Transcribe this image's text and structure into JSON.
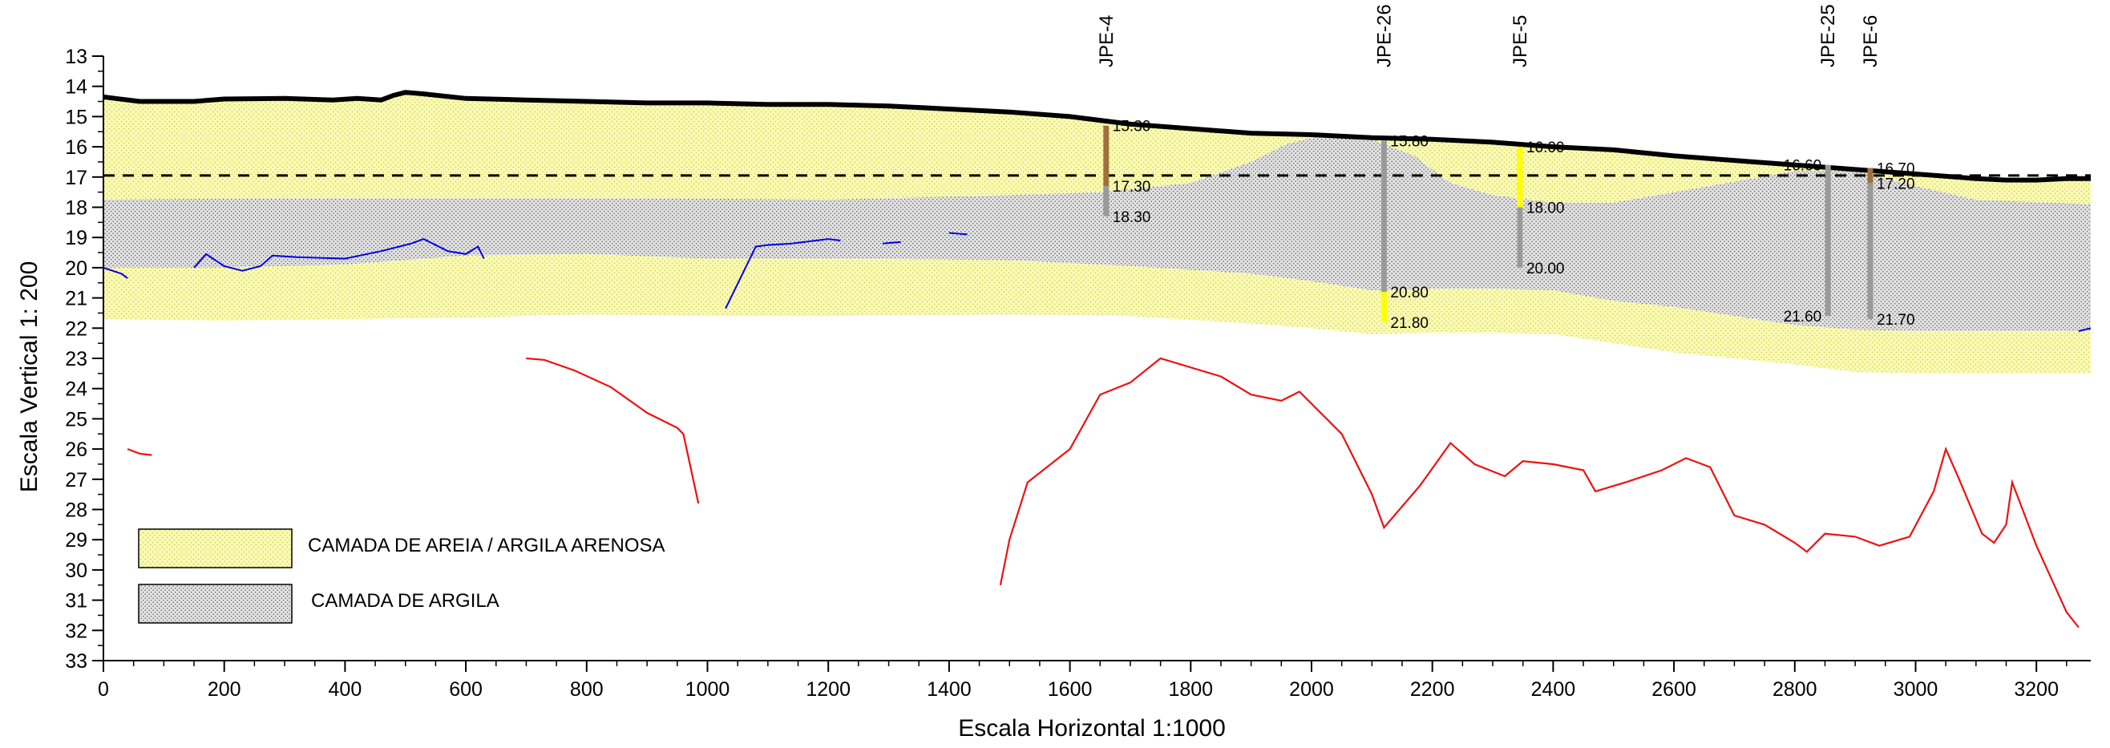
{
  "chart_data": {
    "type": "line",
    "title": "",
    "xlabel": "Escala Horizontal 1:1000",
    "ylabel": "Escala Vertical 1: 200",
    "xlim": [
      0,
      3290
    ],
    "ylim": [
      33,
      13
    ],
    "y_inverted": true,
    "grid": false,
    "x_ticks": [
      "0",
      "200",
      "400",
      "600",
      "800",
      "1000",
      "1200",
      "1400",
      "1600",
      "1800",
      "2000",
      "2200",
      "2400",
      "2600",
      "2800",
      "3000",
      "3200"
    ],
    "y_ticks": [
      "13",
      "14",
      "15",
      "16",
      "17",
      "18",
      "19",
      "20",
      "21",
      "22",
      "23",
      "24",
      "25",
      "26",
      "27",
      "28",
      "29",
      "30",
      "31",
      "32",
      "33"
    ],
    "colors": {
      "sand": "#fbfbb4",
      "clay": "#d6d6d6",
      "ground_line": "#000000",
      "water_line": "#000000",
      "blue_line": "#0000e6",
      "red_line": "#ee1111",
      "borehole_gray": "#9a9a9a",
      "borehole_yellow": "#ffff00",
      "borehole_brown": "#a0703c"
    },
    "legend": {
      "placement": "bottom-left",
      "items": [
        {
          "label": "CAMADA DE AREIA / ARGILA ARENOSA",
          "pattern": "sand"
        },
        {
          "label": "CAMADA DE ARGILA",
          "pattern": "clay"
        }
      ]
    },
    "ground_surface": [
      [
        0,
        14.35
      ],
      [
        20,
        14.4
      ],
      [
        60,
        14.5
      ],
      [
        150,
        14.5
      ],
      [
        200,
        14.42
      ],
      [
        300,
        14.4
      ],
      [
        380,
        14.45
      ],
      [
        420,
        14.4
      ],
      [
        460,
        14.45
      ],
      [
        480,
        14.3
      ],
      [
        500,
        14.2
      ],
      [
        530,
        14.25
      ],
      [
        600,
        14.4
      ],
      [
        700,
        14.45
      ],
      [
        800,
        14.5
      ],
      [
        900,
        14.55
      ],
      [
        1000,
        14.55
      ],
      [
        1100,
        14.6
      ],
      [
        1200,
        14.6
      ],
      [
        1300,
        14.65
      ],
      [
        1400,
        14.75
      ],
      [
        1500,
        14.85
      ],
      [
        1600,
        15.0
      ],
      [
        1700,
        15.25
      ],
      [
        1800,
        15.4
      ],
      [
        1900,
        15.55
      ],
      [
        2000,
        15.6
      ],
      [
        2100,
        15.7
      ],
      [
        2200,
        15.75
      ],
      [
        2300,
        15.85
      ],
      [
        2400,
        16.0
      ],
      [
        2500,
        16.1
      ],
      [
        2600,
        16.3
      ],
      [
        2700,
        16.45
      ],
      [
        2800,
        16.6
      ],
      [
        2900,
        16.75
      ],
      [
        3000,
        16.9
      ],
      [
        3100,
        17.05
      ],
      [
        3150,
        17.1
      ],
      [
        3200,
        17.1
      ],
      [
        3250,
        17.05
      ],
      [
        3290,
        17.05
      ]
    ],
    "water_level": 16.95,
    "clay_top": [
      [
        0,
        17.75
      ],
      [
        300,
        17.7
      ],
      [
        600,
        17.7
      ],
      [
        900,
        17.7
      ],
      [
        1200,
        17.75
      ],
      [
        1500,
        17.6
      ],
      [
        1650,
        17.5
      ],
      [
        1800,
        17.2
      ],
      [
        1900,
        16.5
      ],
      [
        1960,
        15.9
      ],
      [
        2020,
        15.6
      ],
      [
        2100,
        15.75
      ],
      [
        2170,
        16.3
      ],
      [
        2230,
        17.2
      ],
      [
        2300,
        17.6
      ],
      [
        2400,
        17.85
      ],
      [
        2500,
        17.85
      ],
      [
        2600,
        17.5
      ],
      [
        2700,
        17.15
      ],
      [
        2800,
        16.8
      ],
      [
        2900,
        16.8
      ],
      [
        3000,
        17.3
      ],
      [
        3100,
        17.75
      ],
      [
        3290,
        17.9
      ]
    ],
    "clay_bottom": [
      [
        0,
        20.0
      ],
      [
        200,
        20.0
      ],
      [
        400,
        19.9
      ],
      [
        600,
        19.6
      ],
      [
        800,
        19.55
      ],
      [
        1000,
        19.7
      ],
      [
        1200,
        19.7
      ],
      [
        1500,
        19.75
      ],
      [
        1700,
        19.95
      ],
      [
        1900,
        20.2
      ],
      [
        2000,
        20.45
      ],
      [
        2100,
        20.75
      ],
      [
        2200,
        20.7
      ],
      [
        2300,
        20.7
      ],
      [
        2400,
        20.75
      ],
      [
        2500,
        21.1
      ],
      [
        2600,
        21.3
      ],
      [
        2700,
        21.6
      ],
      [
        2800,
        21.9
      ],
      [
        2900,
        22.05
      ],
      [
        3000,
        22.1
      ],
      [
        3290,
        22.1
      ]
    ],
    "sand_bottom": [
      [
        0,
        21.7
      ],
      [
        200,
        21.75
      ],
      [
        400,
        21.7
      ],
      [
        600,
        21.65
      ],
      [
        800,
        21.55
      ],
      [
        1000,
        21.6
      ],
      [
        1200,
        21.6
      ],
      [
        1500,
        21.55
      ],
      [
        1700,
        21.6
      ],
      [
        1900,
        21.85
      ],
      [
        2000,
        22.0
      ],
      [
        2100,
        22.2
      ],
      [
        2200,
        22.15
      ],
      [
        2300,
        22.15
      ],
      [
        2400,
        22.2
      ],
      [
        2500,
        22.5
      ],
      [
        2600,
        22.8
      ],
      [
        2700,
        23.0
      ],
      [
        2800,
        23.2
      ],
      [
        2900,
        23.45
      ],
      [
        3000,
        23.5
      ],
      [
        3290,
        23.5
      ]
    ],
    "blue_lines": [
      [
        [
          0,
          20.0
        ],
        [
          30,
          20.2
        ],
        [
          40,
          20.35
        ]
      ],
      [
        [
          150,
          20.0
        ],
        [
          170,
          19.55
        ],
        [
          200,
          19.95
        ],
        [
          230,
          20.1
        ],
        [
          260,
          19.95
        ],
        [
          280,
          19.6
        ],
        [
          320,
          19.65
        ],
        [
          400,
          19.7
        ],
        [
          460,
          19.45
        ],
        [
          510,
          19.2
        ],
        [
          530,
          19.05
        ],
        [
          570,
          19.45
        ],
        [
          600,
          19.55
        ],
        [
          620,
          19.3
        ],
        [
          630,
          19.7
        ]
      ],
      [
        [
          1030,
          21.35
        ],
        [
          1080,
          19.3
        ],
        [
          1100,
          19.25
        ],
        [
          1140,
          19.2
        ],
        [
          1200,
          19.05
        ],
        [
          1220,
          19.1
        ]
      ],
      [
        [
          1290,
          19.2
        ],
        [
          1320,
          19.15
        ]
      ],
      [
        [
          1400,
          18.85
        ],
        [
          1430,
          18.9
        ]
      ],
      [
        [
          3270,
          22.1
        ],
        [
          3290,
          22.0
        ]
      ]
    ],
    "red_lines": [
      [
        [
          40,
          26.0
        ],
        [
          60,
          26.15
        ],
        [
          80,
          26.2
        ]
      ],
      [
        [
          700,
          23.0
        ],
        [
          730,
          23.05
        ],
        [
          780,
          23.4
        ],
        [
          840,
          23.95
        ],
        [
          900,
          24.8
        ],
        [
          950,
          25.3
        ],
        [
          960,
          25.5
        ],
        [
          985,
          27.8
        ]
      ],
      [
        [
          1485,
          30.5
        ],
        [
          1500,
          29.0
        ],
        [
          1530,
          27.1
        ],
        [
          1600,
          26.0
        ],
        [
          1650,
          24.2
        ],
        [
          1700,
          23.8
        ],
        [
          1750,
          23.0
        ],
        [
          1850,
          23.6
        ],
        [
          1900,
          24.2
        ],
        [
          1950,
          24.4
        ],
        [
          1980,
          24.1
        ],
        [
          2050,
          25.5
        ],
        [
          2100,
          27.5
        ],
        [
          2120,
          28.6
        ],
        [
          2180,
          27.2
        ],
        [
          2230,
          25.8
        ],
        [
          2270,
          26.5
        ],
        [
          2320,
          26.9
        ],
        [
          2350,
          26.4
        ],
        [
          2400,
          26.5
        ],
        [
          2450,
          26.7
        ],
        [
          2470,
          27.4
        ],
        [
          2520,
          27.1
        ],
        [
          2580,
          26.7
        ],
        [
          2620,
          26.3
        ],
        [
          2660,
          26.6
        ],
        [
          2700,
          28.2
        ],
        [
          2750,
          28.5
        ],
        [
          2800,
          29.1
        ],
        [
          2820,
          29.4
        ],
        [
          2850,
          28.8
        ],
        [
          2900,
          28.9
        ],
        [
          2940,
          29.2
        ],
        [
          2990,
          28.9
        ],
        [
          3030,
          27.4
        ],
        [
          3050,
          26.0
        ],
        [
          3070,
          26.9
        ],
        [
          3110,
          28.8
        ],
        [
          3130,
          29.1
        ],
        [
          3150,
          28.5
        ],
        [
          3160,
          27.1
        ],
        [
          3200,
          29.2
        ],
        [
          3250,
          31.4
        ],
        [
          3270,
          31.9
        ]
      ]
    ],
    "boreholes": [
      {
        "name": "JPE-4",
        "x": 1660,
        "segments": [
          {
            "from": 15.3,
            "to": 17.3,
            "color": "brown"
          },
          {
            "from": 17.3,
            "to": 18.3,
            "color": "gray"
          }
        ],
        "labels": [
          {
            "text": "15.30",
            "depth": 15.3,
            "side": "right"
          },
          {
            "text": "17.30",
            "depth": 17.3,
            "side": "right"
          },
          {
            "text": "18.30",
            "depth": 18.3,
            "side": "right"
          }
        ]
      },
      {
        "name": "JPE-26",
        "x": 2120,
        "segments": [
          {
            "from": 15.8,
            "to": 20.8,
            "color": "gray"
          },
          {
            "from": 20.8,
            "to": 21.8,
            "color": "yellow"
          }
        ],
        "labels": [
          {
            "text": "15.80",
            "depth": 15.8,
            "side": "right"
          },
          {
            "text": "20.80",
            "depth": 20.8,
            "side": "right"
          },
          {
            "text": "21.80",
            "depth": 21.8,
            "side": "right"
          }
        ]
      },
      {
        "name": "JPE-5",
        "x": 2345,
        "segments": [
          {
            "from": 16.0,
            "to": 18.0,
            "color": "yellow"
          },
          {
            "from": 18.0,
            "to": 20.0,
            "color": "gray"
          }
        ],
        "labels": [
          {
            "text": "16.00",
            "depth": 16.0,
            "side": "right"
          },
          {
            "text": "18.00",
            "depth": 18.0,
            "side": "right"
          },
          {
            "text": "20.00",
            "depth": 20.0,
            "side": "right"
          }
        ]
      },
      {
        "name": "JPE-25",
        "x": 2855,
        "segments": [
          {
            "from": 16.6,
            "to": 21.6,
            "color": "gray"
          }
        ],
        "labels": [
          {
            "text": "16.60",
            "depth": 16.6,
            "side": "left"
          },
          {
            "text": "21.60",
            "depth": 21.6,
            "side": "left"
          }
        ]
      },
      {
        "name": "JPE-6",
        "x": 2925,
        "segments": [
          {
            "from": 16.7,
            "to": 17.2,
            "color": "brown"
          },
          {
            "from": 17.2,
            "to": 21.7,
            "color": "gray"
          }
        ],
        "labels": [
          {
            "text": "16.70",
            "depth": 16.7,
            "side": "right"
          },
          {
            "text": "17.20",
            "depth": 17.2,
            "side": "right"
          },
          {
            "text": "21.70",
            "depth": 21.7,
            "side": "right"
          }
        ]
      }
    ]
  }
}
